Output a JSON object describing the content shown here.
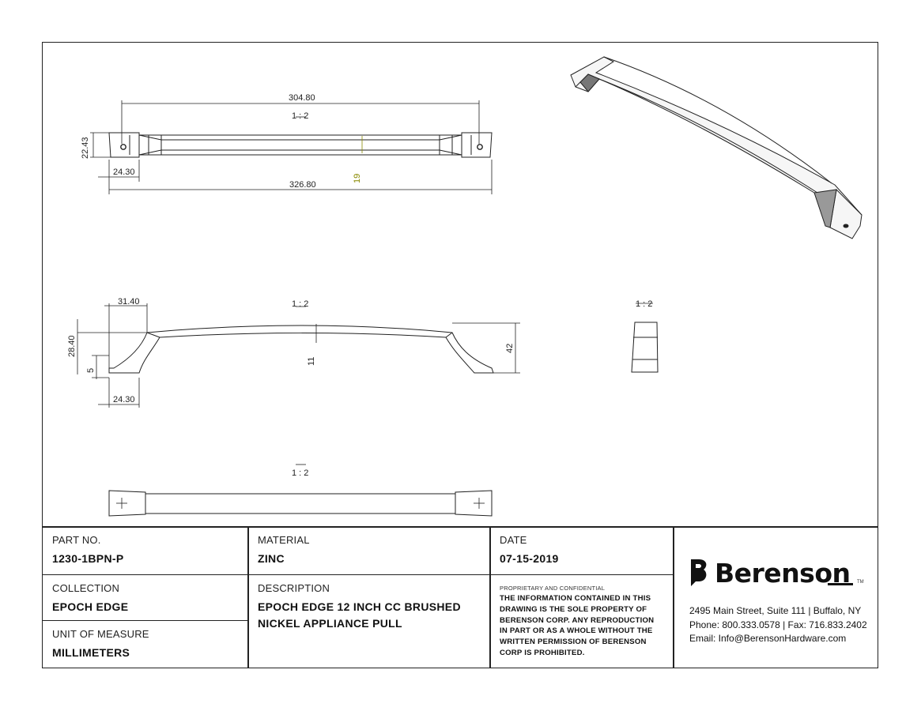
{
  "drawing": {
    "scales": [
      "1 : 2",
      "1 : 2",
      "1 : 2",
      "1 : 2"
    ],
    "top_view_dims": {
      "overall_cc": "304.80",
      "overall_length": "326.80",
      "end_width": "22.43",
      "end_length": "24.30",
      "bar_width": "19"
    },
    "side_view_dims": {
      "foot_length": "31.40",
      "height_to_top": "28.40",
      "base_height": "5",
      "base_length": "24.30",
      "bar_thickness": "11",
      "overall_height": "42"
    }
  },
  "title_block": {
    "part_no": {
      "label": "PART NO.",
      "value": "1230-1BPN-P"
    },
    "material": {
      "label": "MATERIAL",
      "value": "ZINC"
    },
    "date": {
      "label": "DATE",
      "value": "07-15-2019"
    },
    "collection": {
      "label": "COLLECTION",
      "value": "EPOCH EDGE"
    },
    "description": {
      "label": "DESCRIPTION",
      "value_line1": "EPOCH EDGE 12 INCH CC BRUSHED",
      "value_line2": "NICKEL APPLIANCE PULL"
    },
    "unit": {
      "label": "UNIT OF MEASURE",
      "value": "MILLIMETERS"
    },
    "proprietary": {
      "heading": "PROPRIETARY AND CONFIDENTIAL",
      "lines": [
        "THE INFORMATION CONTAINED IN THIS",
        "DRAWING IS THE SOLE PROPERTY OF",
        "BERENSON CORP. ANY REPRODUCTION",
        "IN PART OR AS A WHOLE WITHOUT THE",
        "WRITTEN PERMISSION OF BERENSON",
        "CORP IS PROHIBITED."
      ]
    },
    "company": {
      "name": "Berenson",
      "tm": "TM",
      "address": "2495 Main Street, Suite 111 | Buffalo, NY",
      "phone": "Phone: 800.333.0578 | Fax: 716.833.2402",
      "email": "Email: Info@BerensonHardware.com"
    }
  }
}
